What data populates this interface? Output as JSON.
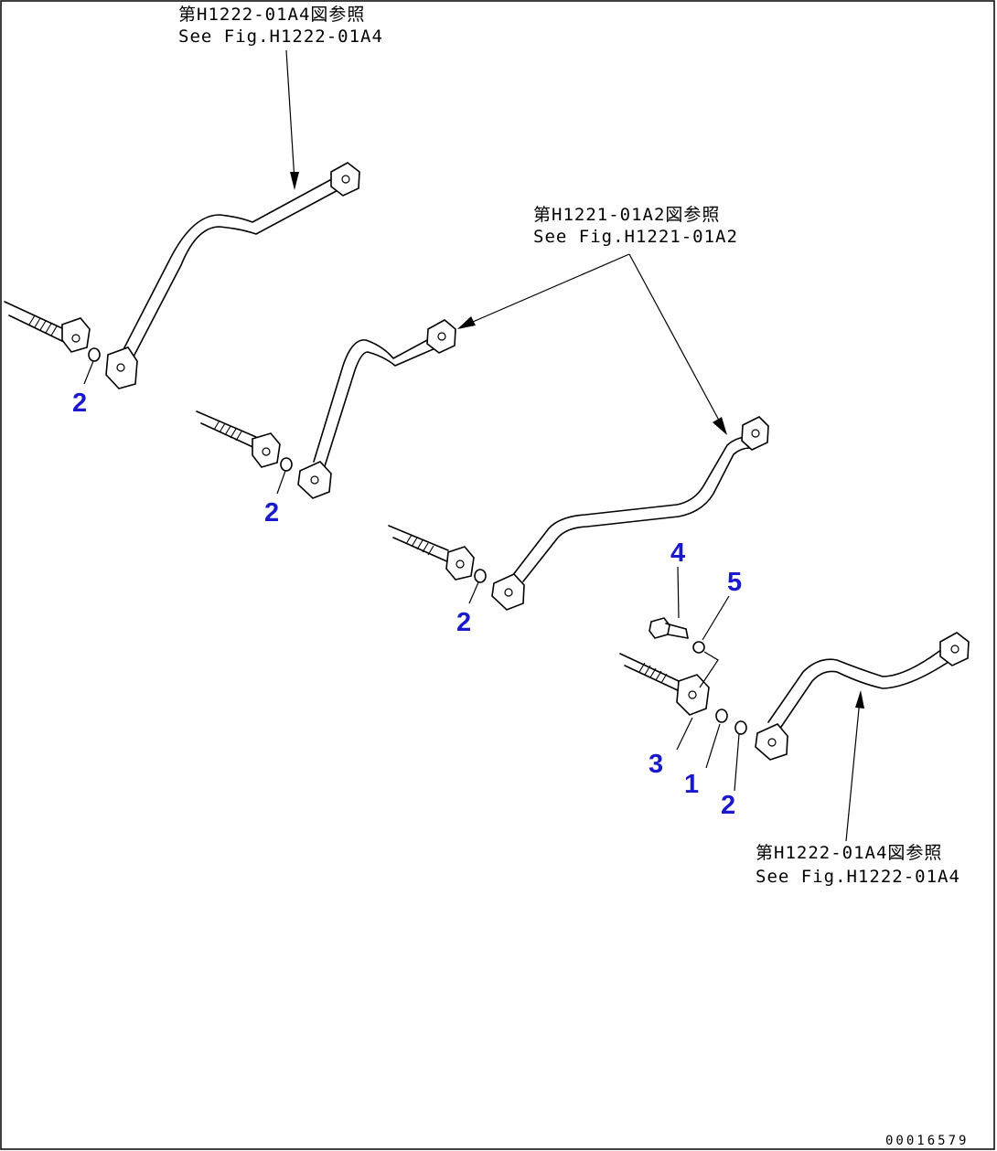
{
  "references": {
    "ref_top_left": {
      "jp": "第H1222-01A4図参照",
      "en": "See Fig.H1222-01A4"
    },
    "ref_middle": {
      "jp": "第H1221-01A2図参照",
      "en": "See Fig.H1221-01A2"
    },
    "ref_bottom_right": {
      "jp": "第H1222-01A4図参照",
      "en": "See Fig.H1222-01A4"
    }
  },
  "callouts": {
    "c1": "2",
    "c2": "2",
    "c3": "2",
    "c4": "4",
    "c5": "5",
    "c6": "3",
    "c7": "1",
    "c8": "2"
  },
  "drawing_number": "00016579",
  "colors": {
    "callout": "#1a1acc",
    "line": "#000000",
    "background": "#ffffff"
  }
}
